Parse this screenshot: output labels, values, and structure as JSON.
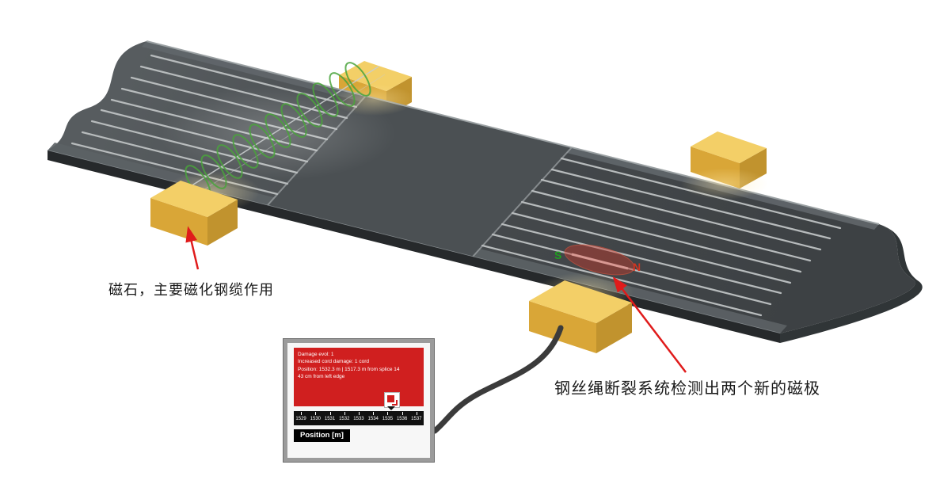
{
  "figure": {
    "annotations": {
      "magnet_label": "磁石，主要磁化钢缆作用",
      "poles_label": "钢丝绳断裂系统检测出两个新的磁极"
    },
    "poles": {
      "south": "S",
      "north": "N"
    },
    "monitor": {
      "screen_lines": [
        "Damage evol: 1",
        "Increased cord damage: 1 cord",
        "Position: 1532.3 m | 1517.3 m from splice 14",
        "43 cm from left edge"
      ],
      "ruler_ticks": [
        "1529",
        "1530",
        "1531",
        "1532",
        "1533",
        "1534",
        "1535",
        "1536",
        "1537"
      ],
      "position_label": "Position [m]"
    },
    "colors": {
      "belt": "#474c4f",
      "magnet_top": "#f3cf67",
      "magnet_front": "#d9a637",
      "magnet_side": "#c1932e",
      "coil": "#4aa33c",
      "arrow": "#e01b1b",
      "screen_red": "#d01f1f",
      "pole_south": "#1f9e1f",
      "pole_north": "#d23420"
    }
  }
}
